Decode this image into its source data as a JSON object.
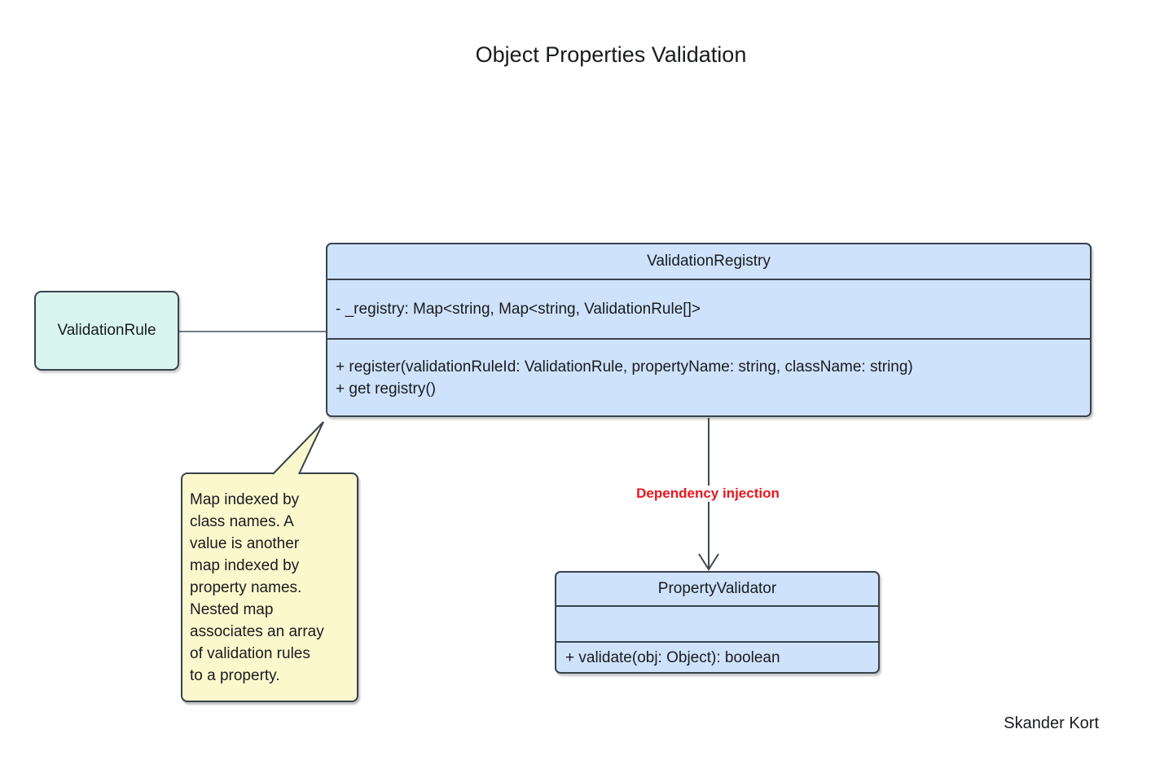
{
  "title": "Object Properties Validation",
  "author": "Skander Kort",
  "colors": {
    "class_fill": "#cfe2fb",
    "class_border": "#39424e",
    "rule_fill": "#d8f6ee",
    "note_fill": "#fbf8cd",
    "dependency_label_red": "#e8161e"
  },
  "validation_rule": {
    "name": "ValidationRule"
  },
  "validation_registry": {
    "name": "ValidationRegistry",
    "attributes": [
      "- _registry: Map<string, Map<string, ValidationRule[]>"
    ],
    "methods": [
      "+ register(validationRuleId: ValidationRule, propertyName: string, className: string)",
      "+ get registry()"
    ]
  },
  "property_validator": {
    "name": "PropertyValidator",
    "attributes": [],
    "methods": [
      "+ validate(obj: Object): boolean"
    ]
  },
  "note": {
    "lines": [
      "Map indexed by",
      "class names. A",
      "value is another",
      "map indexed by",
      "property names.",
      "Nested map",
      "associates an array",
      "of validation rules",
      "to a property."
    ]
  },
  "dependency_arrow": {
    "label": "Dependency injection"
  }
}
